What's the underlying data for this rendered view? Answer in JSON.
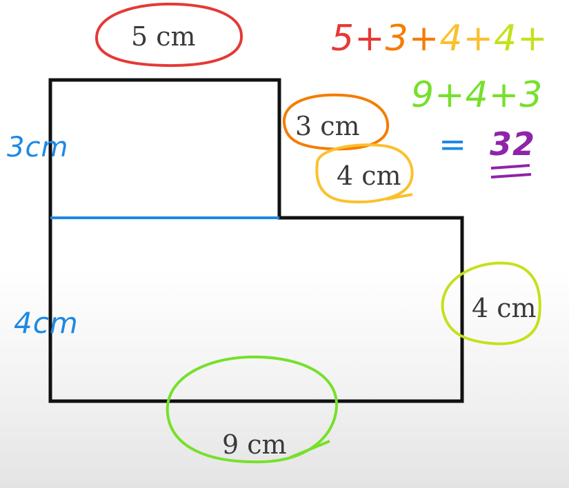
{
  "dimension_labels": {
    "top": "5 cm",
    "step_vertical": "3 cm",
    "step_horizontal": "4 cm",
    "right": "4 cm",
    "bottom": "9 cm"
  },
  "handwritten": {
    "left_upper": "3cm",
    "left_lower": "4cm",
    "sum_terms_line1": [
      "5",
      "+",
      "3",
      "+",
      "4",
      "+",
      "4",
      "+"
    ],
    "sum_terms_line2": "9+4+3",
    "result_prefix": "=",
    "result": "32"
  },
  "colors": {
    "shape_outline": "#111111",
    "divider": "#1e88e5",
    "circle_5cm": "#e53935",
    "circle_3cm": "#f57c00",
    "circle_4cm_step": "#fbc02d",
    "circle_4cm_right": "#c6e01a",
    "circle_9cm": "#76e02a",
    "handwriting_blue": "#1e88e5",
    "result_purple": "#8e24aa"
  }
}
